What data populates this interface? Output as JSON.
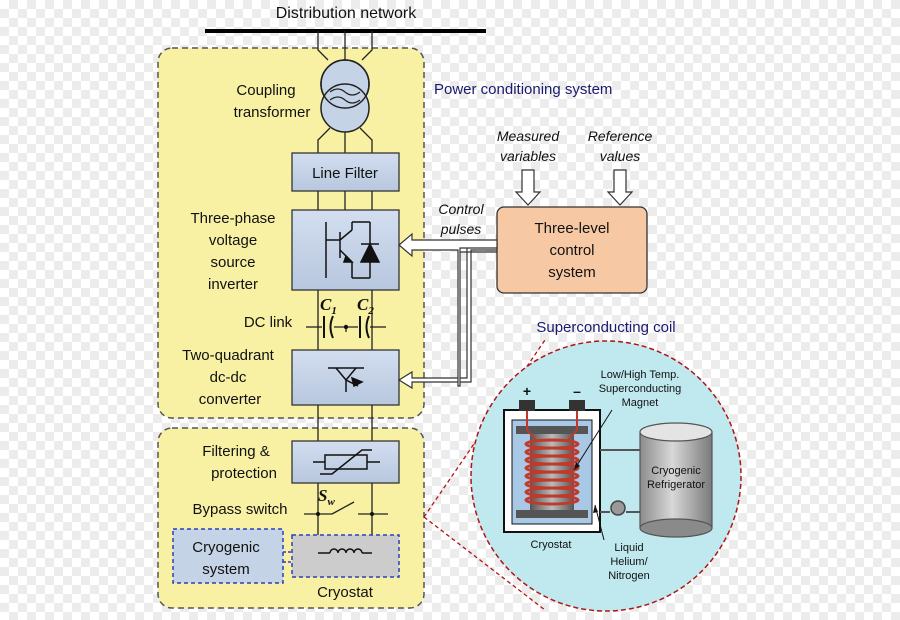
{
  "labels": {
    "distribution_network": "Distribution network",
    "power_conditioning_system": "Power conditioning system",
    "coupling_transformer_1": "Coupling",
    "coupling_transformer_2": "transformer",
    "line_filter": "Line Filter",
    "inverter_1": "Three-phase",
    "inverter_2": "voltage",
    "inverter_3": "source",
    "inverter_4": "inverter",
    "dc_link": "DC link",
    "c1": "C",
    "c1_sub": "1",
    "c2": "C",
    "c2_sub": "2",
    "dcdc_1": "Two-quadrant",
    "dcdc_2": "dc-dc",
    "dcdc_3": "converter",
    "measured_1": "Measured",
    "measured_2": "variables",
    "reference_1": "Reference",
    "reference_2": "values",
    "control_pulses_1": "Control",
    "control_pulses_2": "pulses",
    "control_1": "Three-level",
    "control_2": "control",
    "control_3": "system",
    "superconducting_coil": "Superconducting coil",
    "filtering_1": "Filtering &",
    "filtering_2": "protection",
    "bypass_switch": "Bypass switch",
    "sw": "S",
    "sw_sub": "w",
    "cryogenic_1": "Cryogenic",
    "cryogenic_2": "system",
    "cryostat_bottom": "Cryostat",
    "magnet_1": "Low/High Temp.",
    "magnet_2": "Superconducting",
    "magnet_3": "Magnet",
    "plus": "+",
    "minus": "–",
    "refrigerator_1": "Cryogenic",
    "refrigerator_2": "Refrigerator",
    "cryostat_detail": "Cryostat",
    "helium_1": "Liquid",
    "helium_2": "Helium/",
    "helium_3": "Nitrogen"
  },
  "colors": {
    "panel_fill": "#f8f1a4",
    "block_fill": "#c5d3e6",
    "control_fill": "#f6c9a4",
    "circle_fill": "#bfe9ef",
    "dashed_red": "#b01515",
    "label_navy": "#1a1a6e",
    "coil_red": "#c0392b"
  }
}
